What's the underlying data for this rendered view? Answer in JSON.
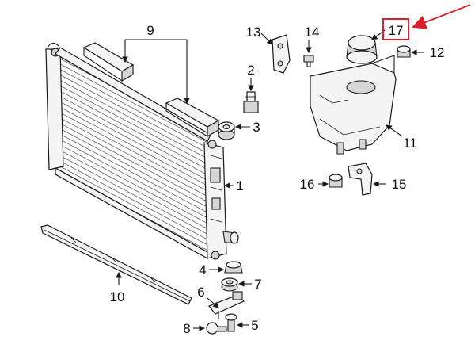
{
  "colors": {
    "highlight": "#d9202a",
    "ink": "#1a1a1a"
  },
  "callouts": {
    "c1": "1",
    "c2": "2",
    "c3": "3",
    "c4": "4",
    "c5": "5",
    "c6": "6",
    "c7": "7",
    "c8": "8",
    "c9": "9",
    "c10": "10",
    "c11": "11",
    "c12": "12",
    "c13": "13",
    "c14": "14",
    "c15": "15",
    "c16": "16",
    "c17": "17"
  },
  "highlighted_part": "17"
}
